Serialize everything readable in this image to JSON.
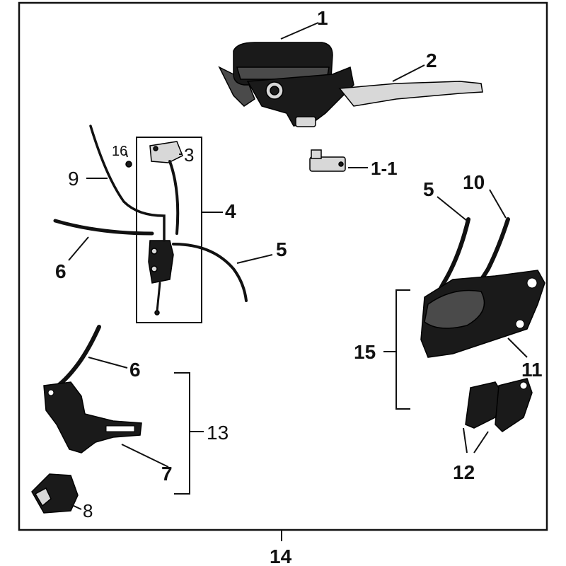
{
  "diagram": {
    "callouts": [
      {
        "id": "1",
        "label": "1"
      },
      {
        "id": "2",
        "label": "2"
      },
      {
        "id": "1-1",
        "label": "1-1"
      },
      {
        "id": "16",
        "label": "16"
      },
      {
        "id": "3",
        "label": "3"
      },
      {
        "id": "9",
        "label": "9"
      },
      {
        "id": "4",
        "label": "4"
      },
      {
        "id": "6a",
        "label": "6"
      },
      {
        "id": "5a",
        "label": "5"
      },
      {
        "id": "5b",
        "label": "5"
      },
      {
        "id": "10",
        "label": "10"
      },
      {
        "id": "15",
        "label": "15"
      },
      {
        "id": "11",
        "label": "11"
      },
      {
        "id": "6b",
        "label": "6"
      },
      {
        "id": "13",
        "label": "13"
      },
      {
        "id": "7",
        "label": "7"
      },
      {
        "id": "8",
        "label": "8"
      },
      {
        "id": "12",
        "label": "12"
      },
      {
        "id": "14",
        "label": "14"
      }
    ]
  }
}
